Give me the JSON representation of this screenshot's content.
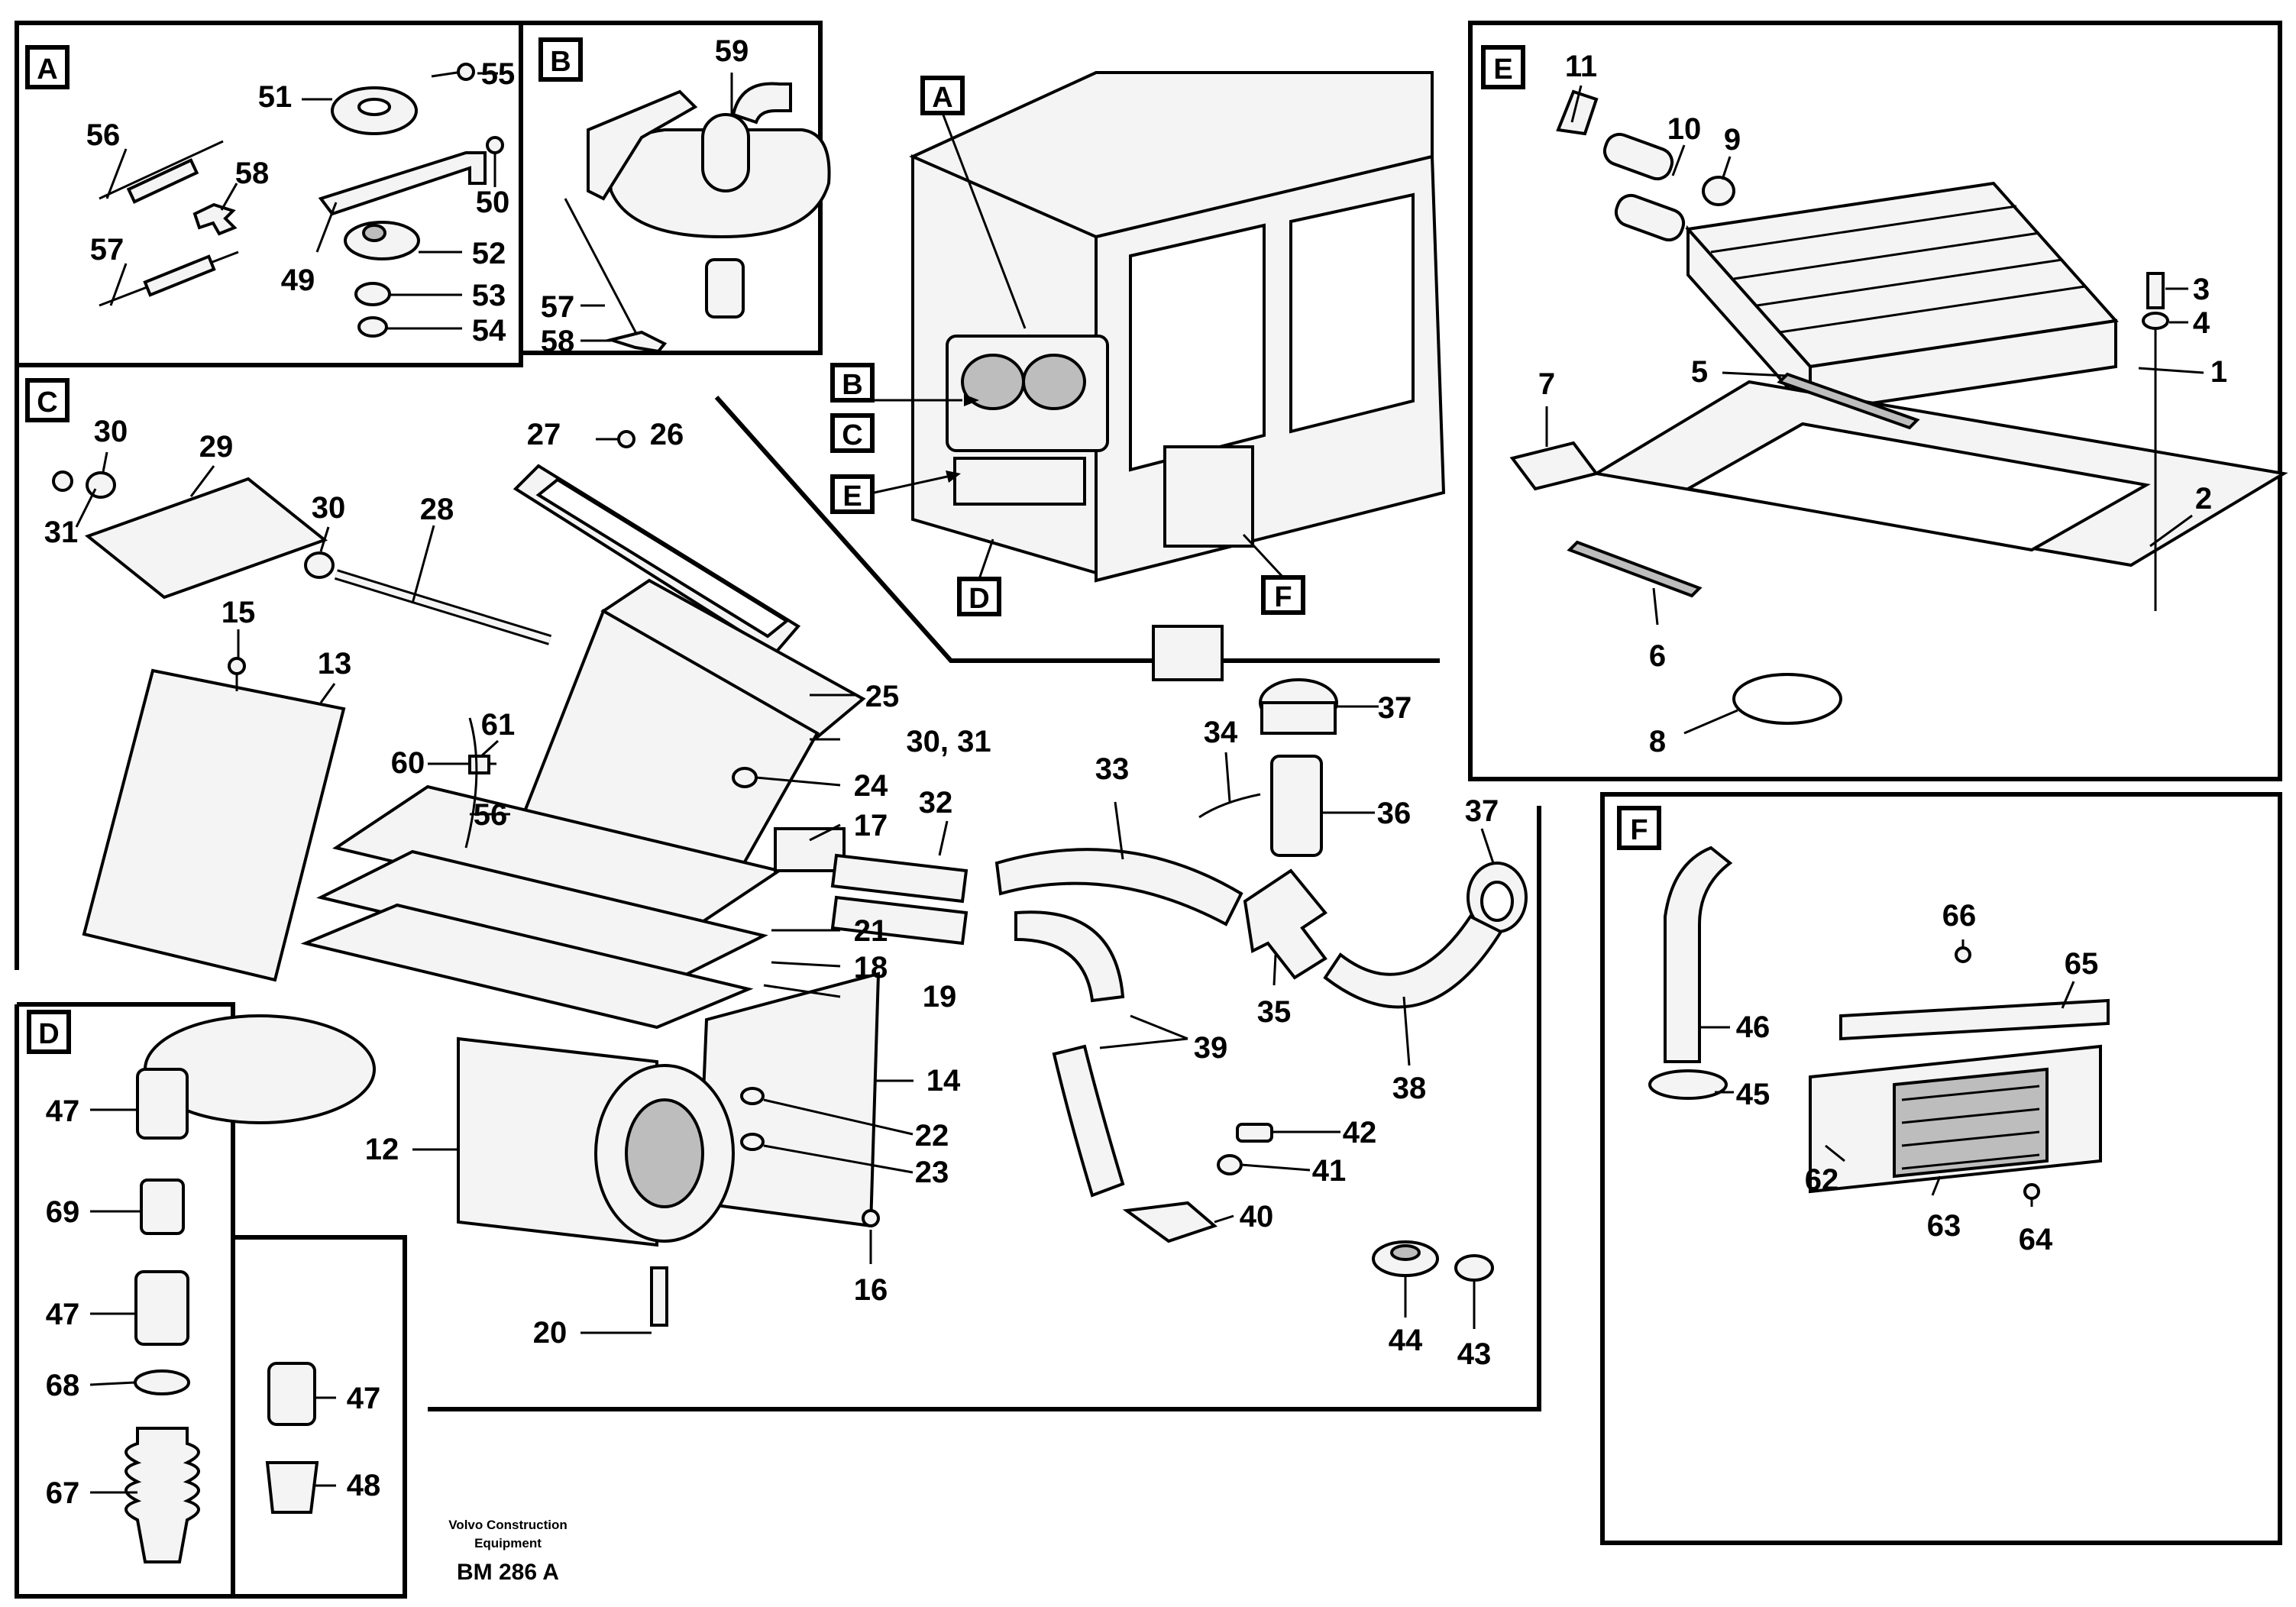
{
  "sections": {
    "A": "A",
    "B": "B",
    "C": "C",
    "D": "D",
    "E": "E",
    "F": "F"
  },
  "callouts": {
    "A": "A",
    "B": "B",
    "C": "C",
    "D": "D",
    "E": "E",
    "F": "F"
  },
  "labels": {
    "p1": "1",
    "p2": "2",
    "p3": "3",
    "p4": "4",
    "p5": "5",
    "p6": "6",
    "p7": "7",
    "p8": "8",
    "p9": "9",
    "p10": "10",
    "p11": "11",
    "p12": "12",
    "p13": "13",
    "p14": "14",
    "p15": "15",
    "p16": "16",
    "p17": "17",
    "p18": "18",
    "p19": "19",
    "p20": "20",
    "p21": "21",
    "p22": "22",
    "p23": "23",
    "p24": "24",
    "p25": "25",
    "p26": "26",
    "p27": "27",
    "p28": "28",
    "p29": "29",
    "p30a": "30",
    "p30b": "30",
    "p30_31": "30, 31",
    "p31": "31",
    "p32": "32",
    "p33": "33",
    "p34": "34",
    "p35": "35",
    "p36": "36",
    "p37a": "37",
    "p37b": "37",
    "p38": "38",
    "p39": "39",
    "p40": "40",
    "p41": "41",
    "p42": "42",
    "p43": "43",
    "p44": "44",
    "p45": "45",
    "p46": "46",
    "p47a": "47",
    "p47b": "47",
    "p47c": "47",
    "p48": "48",
    "p49": "49",
    "p50": "50",
    "p51": "51",
    "p52": "52",
    "p53": "53",
    "p54": "54",
    "p55": "55",
    "p56a": "56",
    "p56b": "56",
    "p57a": "57",
    "p57b": "57",
    "p58a": "58",
    "p58b": "58",
    "p59": "59",
    "p60": "60",
    "p61": "61",
    "p62": "62",
    "p63": "63",
    "p64": "64",
    "p65": "65",
    "p66": "66",
    "p67": "67",
    "p68": "68",
    "p69": "69"
  },
  "footer": {
    "company_line1": "Volvo Construction",
    "company_line2": "Equipment",
    "drawing_code": "BM 286 A"
  }
}
